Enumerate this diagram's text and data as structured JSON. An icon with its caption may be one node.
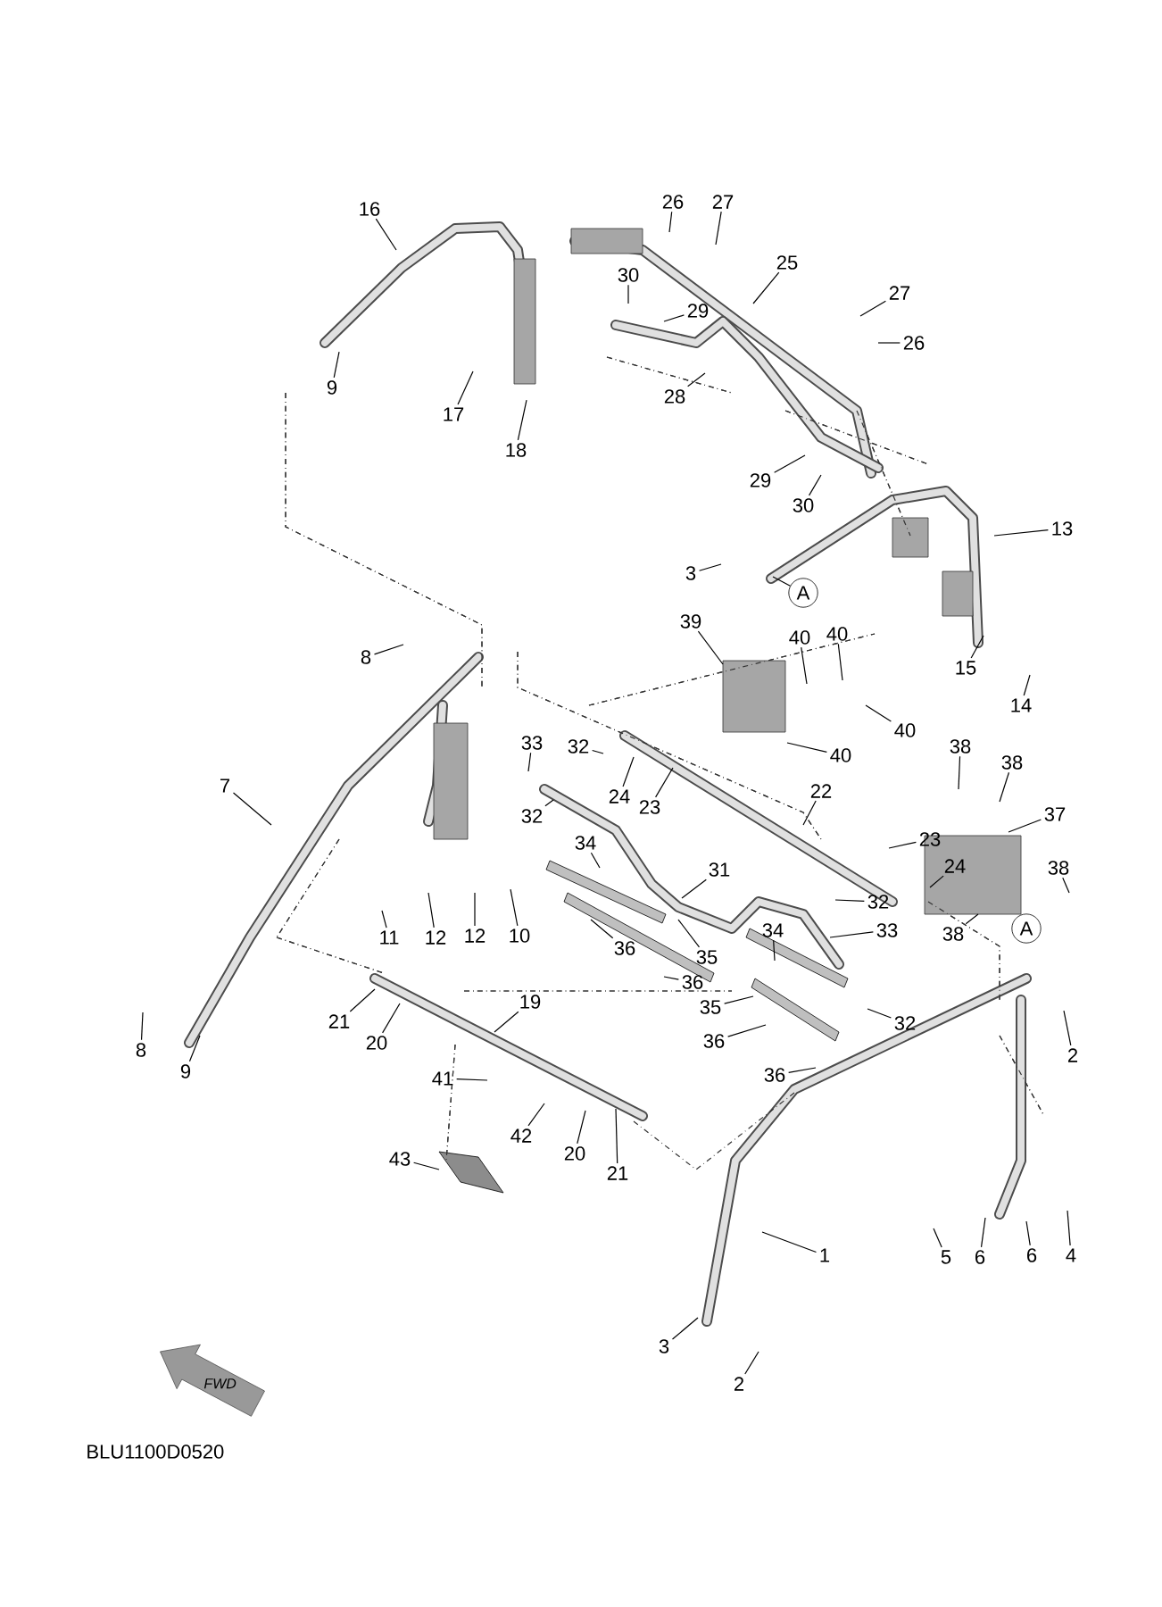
{
  "diagram": {
    "nodes": [
      {
        "text": [
          "16"
        ]
      },
      {
        "text": [
          "26"
        ]
      },
      {
        "text": [
          "27"
        ]
      },
      {
        "text": [
          "30"
        ]
      },
      {
        "text": [
          "25"
        ]
      },
      {
        "text": [
          "27"
        ]
      },
      {
        "text": [
          "29"
        ]
      },
      {
        "text": [
          "26"
        ]
      },
      {
        "text": [
          "9"
        ]
      },
      {
        "text": [
          "28"
        ]
      },
      {
        "text": [
          "17"
        ]
      },
      {
        "text": [
          "18"
        ]
      },
      {
        "text": [
          "29"
        ]
      },
      {
        "text": [
          "30"
        ]
      },
      {
        "text": [
          "13"
        ]
      },
      {
        "text": [
          "3"
        ]
      },
      {
        "text": [
          "A"
        ]
      },
      {
        "text": [
          "39"
        ]
      },
      {
        "text": [
          "40"
        ]
      },
      {
        "text": [
          "40"
        ]
      },
      {
        "text": [
          "8"
        ]
      },
      {
        "text": [
          "15"
        ]
      },
      {
        "text": [
          "14"
        ]
      },
      {
        "text": [
          "40"
        ]
      },
      {
        "text": [
          "33"
        ]
      },
      {
        "text": [
          "32"
        ]
      },
      {
        "text": [
          "38"
        ]
      },
      {
        "text": [
          "40"
        ]
      },
      {
        "text": [
          "38"
        ]
      },
      {
        "text": [
          "7"
        ]
      },
      {
        "text": [
          "22"
        ]
      },
      {
        "text": [
          "24"
        ]
      },
      {
        "text": [
          "23"
        ]
      },
      {
        "text": [
          "37"
        ]
      },
      {
        "text": [
          "32"
        ]
      },
      {
        "text": [
          "34"
        ]
      },
      {
        "text": [
          "23"
        ]
      },
      {
        "text": [
          "24"
        ]
      },
      {
        "text": [
          "31"
        ]
      },
      {
        "text": [
          "38"
        ]
      },
      {
        "text": [
          "32"
        ]
      },
      {
        "text": [
          "33"
        ]
      },
      {
        "text": [
          "34"
        ]
      },
      {
        "text": [
          "38"
        ]
      },
      {
        "text": [
          "A"
        ]
      },
      {
        "text": [
          "11"
        ]
      },
      {
        "text": [
          "12"
        ]
      },
      {
        "text": [
          "12"
        ]
      },
      {
        "text": [
          "10"
        ]
      },
      {
        "text": [
          "36"
        ]
      },
      {
        "text": [
          "35"
        ]
      },
      {
        "text": [
          "36"
        ]
      },
      {
        "text": [
          "19"
        ]
      },
      {
        "text": [
          "35"
        ]
      },
      {
        "text": [
          "21"
        ]
      },
      {
        "text": [
          "20"
        ]
      },
      {
        "text": [
          "32"
        ]
      },
      {
        "text": [
          "36"
        ]
      },
      {
        "text": [
          "8"
        ]
      },
      {
        "text": [
          "2"
        ]
      },
      {
        "text": [
          "9"
        ]
      },
      {
        "text": [
          "36"
        ]
      },
      {
        "text": [
          "41"
        ]
      },
      {
        "text": [
          "42"
        ]
      },
      {
        "text": [
          "20"
        ]
      },
      {
        "text": [
          "43"
        ]
      },
      {
        "text": [
          "21"
        ]
      },
      {
        "text": [
          "1"
        ]
      },
      {
        "text": [
          "5"
        ]
      },
      {
        "text": [
          "6"
        ]
      },
      {
        "text": [
          "6"
        ]
      },
      {
        "text": [
          "4"
        ]
      },
      {
        "text": [
          "3"
        ]
      },
      {
        "text": [
          "2"
        ]
      }
    ],
    "edges": [
      {
        "from": 0,
        "to": null,
        "arrow": "none"
      },
      {
        "from": 1,
        "to": null,
        "arrow": "none"
      },
      {
        "from": 2,
        "to": null,
        "arrow": "none"
      },
      {
        "from": 3,
        "to": null,
        "arrow": "none"
      },
      {
        "from": 4,
        "to": null,
        "arrow": "none"
      },
      {
        "from": 5,
        "to": null,
        "arrow": "none"
      },
      {
        "from": 6,
        "to": null,
        "arrow": "none"
      },
      {
        "from": 7,
        "to": null,
        "arrow": "none"
      },
      {
        "from": 8,
        "to": null,
        "arrow": "none"
      },
      {
        "from": 9,
        "to": null,
        "arrow": "none"
      },
      {
        "from": 10,
        "to": null,
        "arrow": "none"
      },
      {
        "from": 11,
        "to": null,
        "arrow": "none"
      },
      {
        "from": 12,
        "to": null,
        "arrow": "none"
      },
      {
        "from": 13,
        "to": null,
        "arrow": "none"
      },
      {
        "from": 14,
        "to": null,
        "arrow": "none"
      },
      {
        "from": 15,
        "to": null,
        "arrow": "none"
      },
      {
        "from": 16,
        "to": null,
        "arrow": "none"
      },
      {
        "from": 17,
        "to": null,
        "arrow": "none"
      },
      {
        "from": 18,
        "to": null,
        "arrow": "none"
      },
      {
        "from": 19,
        "to": null,
        "arrow": "none"
      },
      {
        "from": 20,
        "to": null,
        "arrow": "none"
      },
      {
        "from": 21,
        "to": null,
        "arrow": "none"
      },
      {
        "from": 22,
        "to": null,
        "arrow": "none"
      },
      {
        "from": 23,
        "to": null,
        "arrow": "none"
      },
      {
        "from": 24,
        "to": null,
        "arrow": "none"
      },
      {
        "from": 25,
        "to": null,
        "arrow": "none"
      },
      {
        "from": 26,
        "to": null,
        "arrow": "none"
      },
      {
        "from": 27,
        "to": null,
        "arrow": "none"
      },
      {
        "from": 28,
        "to": null,
        "arrow": "none"
      },
      {
        "from": 29,
        "to": null,
        "arrow": "none"
      },
      {
        "from": 30,
        "to": null,
        "arrow": "none"
      },
      {
        "from": 31,
        "to": null,
        "arrow": "none"
      },
      {
        "from": 32,
        "to": null,
        "arrow": "none"
      },
      {
        "from": 33,
        "to": null,
        "arrow": "none"
      },
      {
        "from": 34,
        "to": null,
        "arrow": "none"
      },
      {
        "from": 35,
        "to": null,
        "arrow": "none"
      },
      {
        "from": 36,
        "to": null,
        "arrow": "none"
      },
      {
        "from": 37,
        "to": null,
        "arrow": "none"
      },
      {
        "from": 38,
        "to": null,
        "arrow": "none"
      },
      {
        "from": 39,
        "to": null,
        "arrow": "none"
      },
      {
        "from": 40,
        "to": null,
        "arrow": "none"
      },
      {
        "from": 41,
        "to": null,
        "arrow": "none"
      },
      {
        "from": 42,
        "to": null,
        "arrow": "none"
      },
      {
        "from": 43,
        "to": null,
        "arrow": "none"
      },
      {
        "from": 45,
        "to": null,
        "arrow": "none"
      },
      {
        "from": 46,
        "to": null,
        "arrow": "none"
      },
      {
        "from": 47,
        "to": null,
        "arrow": "none"
      },
      {
        "from": 48,
        "to": null,
        "arrow": "none"
      },
      {
        "from": 49,
        "to": null,
        "arrow": "none"
      },
      {
        "from": 50,
        "to": null,
        "arrow": "none"
      },
      {
        "from": 51,
        "to": null,
        "arrow": "none"
      },
      {
        "from": 52,
        "to": null,
        "arrow": "none"
      },
      {
        "from": 53,
        "to": null,
        "arrow": "none"
      },
      {
        "from": 54,
        "to": null,
        "arrow": "none"
      },
      {
        "from": 55,
        "to": null,
        "arrow": "none"
      },
      {
        "from": 56,
        "to": null,
        "arrow": "none"
      },
      {
        "from": 57,
        "to": null,
        "arrow": "none"
      },
      {
        "from": 58,
        "to": null,
        "arrow": "none"
      },
      {
        "from": 59,
        "to": null,
        "arrow": "none"
      },
      {
        "from": 60,
        "to": null,
        "arrow": "none"
      },
      {
        "from": 61,
        "to": null,
        "arrow": "none"
      },
      {
        "from": 62,
        "to": null,
        "arrow": "none"
      },
      {
        "from": 63,
        "to": null,
        "arrow": "none"
      },
      {
        "from": 64,
        "to": null,
        "arrow": "none"
      },
      {
        "from": 65,
        "to": null,
        "arrow": "none"
      },
      {
        "from": 66,
        "to": null,
        "arrow": "none"
      },
      {
        "from": 67,
        "to": null,
        "arrow": "none"
      },
      {
        "from": 68,
        "to": null,
        "arrow": "none"
      },
      {
        "from": 69,
        "to": null,
        "arrow": "none"
      },
      {
        "from": 70,
        "to": null,
        "arrow": "none"
      },
      {
        "from": 71,
        "to": null,
        "arrow": "none"
      },
      {
        "from": 72,
        "to": null,
        "arrow": "none"
      },
      {
        "from": 73,
        "to": null,
        "arrow": "none"
      }
    ],
    "labels": [
      "FWD",
      "BLU1100D0520"
    ]
  }
}
